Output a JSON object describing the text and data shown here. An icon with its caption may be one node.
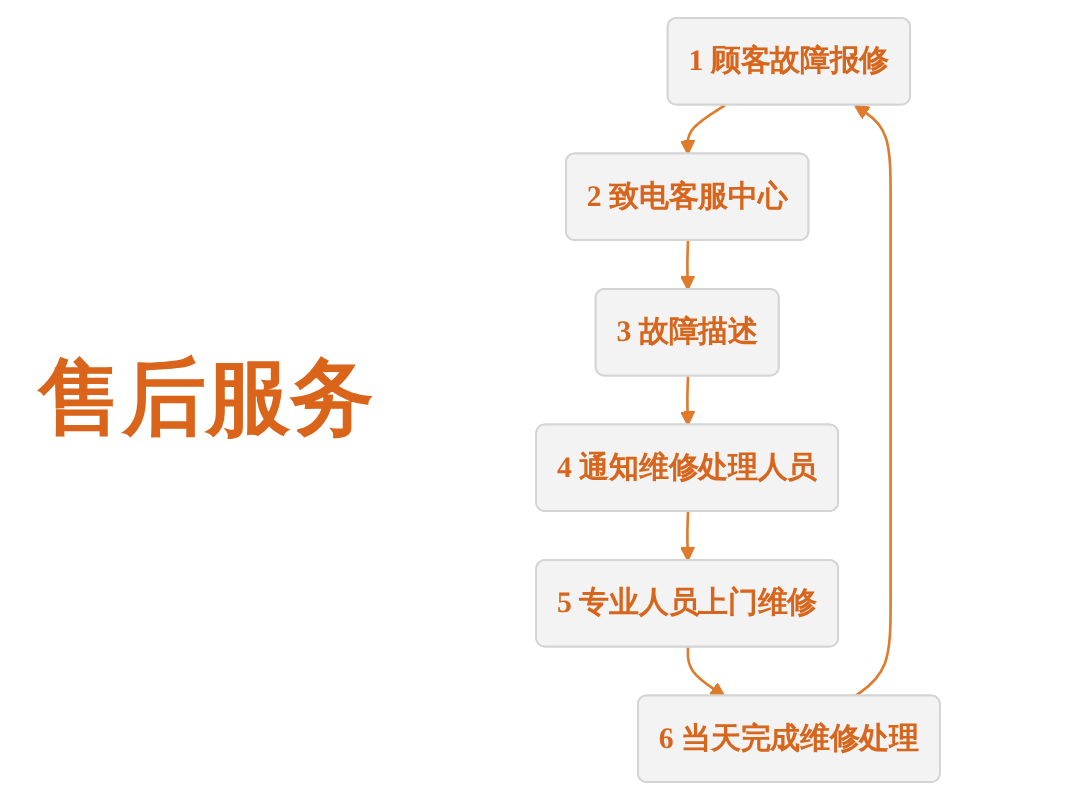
{
  "diagram": {
    "title": "售后服务",
    "nodes": [
      {
        "text": [
          "1 顾客故障报修"
        ]
      },
      {
        "text": [
          "2 致电客服中心"
        ]
      },
      {
        "text": [
          "3 故障描述"
        ]
      },
      {
        "text": [
          "4 通知维修处理人员"
        ]
      },
      {
        "text": [
          "5 专业人员上门维修"
        ]
      },
      {
        "text": [
          "6 当天完成维修处理"
        ]
      }
    ],
    "edges": [
      {
        "from": 0,
        "to": 1,
        "arrow": "to"
      },
      {
        "from": 1,
        "to": 2,
        "arrow": "to"
      },
      {
        "from": 2,
        "to": 3,
        "arrow": "to"
      },
      {
        "from": 3,
        "to": 4,
        "arrow": "to"
      },
      {
        "from": 4,
        "to": 5,
        "arrow": "to"
      },
      {
        "from": 5,
        "to": 0,
        "arrow": "to"
      }
    ]
  }
}
